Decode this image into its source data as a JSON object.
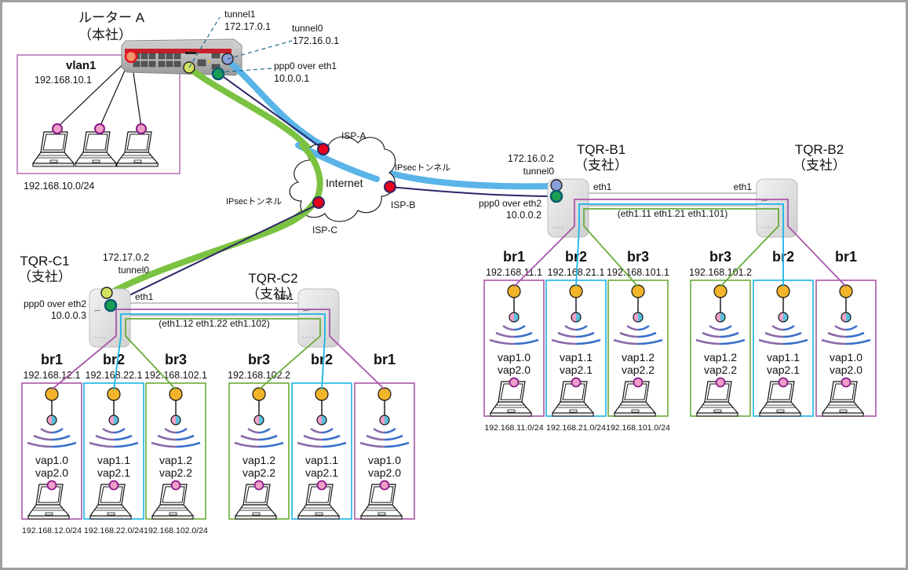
{
  "colors": {
    "frame": "#a0a0a0",
    "br1": "#a956a8",
    "br2": "#1ab4e6",
    "br3": "#6aaa3a",
    "tunnel0_link": "#5ab4e8",
    "tunnel1_link": "#7cc242",
    "ppp_link": "#2a2566",
    "isp_node": "#e8001c",
    "bridge_node": "#f2b42a",
    "vlan_node": "#f0946a",
    "client_node": "#f0a0c8",
    "tunnel0_node": "#8aa0d8",
    "tunnel1_node": "#d4e060",
    "ppp_node": "#1aa050",
    "wifi_left": "#8a6aa8",
    "wifi_right": "#3a70c8"
  },
  "router_a": {
    "name": "ルーター A",
    "site": "（本社）",
    "vlan_label": "vlan1",
    "vlan_ip": "192.168.10.1",
    "subnet": "192.168.10.0/24",
    "tunnel1_label": "tunnel1",
    "tunnel1_ip": "172.17.0.1",
    "tunnel0_label": "tunnel0",
    "tunnel0_ip": "172.16.0.1",
    "ppp_label": "ppp0 over eth1",
    "ppp_ip": "10.0.0.1",
    "clients": 3
  },
  "internet": {
    "label": "Internet",
    "isp_a": "ISP-A",
    "isp_b": "ISP-B",
    "isp_c": "ISP-C",
    "ipsec_b": "IPsecトンネル",
    "ipsec_c": "IPsecトンネル"
  },
  "site_b": {
    "ap1_name": "TQR-B1",
    "ap1_site": "（支社）",
    "ap2_name": "TQR-B2",
    "ap2_site": "（支社）",
    "tunnel_ip": "172.16.0.2",
    "tunnel_label": "tunnel0",
    "ppp_label": "ppp0 over eth2",
    "ppp_ip": "10.0.0.2",
    "eth_left": "eth1",
    "eth_right": "eth1",
    "vlans": "(eth1.11 eth1.21 eth1.101)",
    "left_groups": [
      {
        "bridge": "br1",
        "ip": "192.168.11.1",
        "vap1": "vap1.0",
        "vap2": "vap2.0",
        "subnet": "192.168.11.0/24",
        "color": "br1"
      },
      {
        "bridge": "br2",
        "ip": "192.168.21.1",
        "vap1": "vap1.1",
        "vap2": "vap2.1",
        "subnet": "192.168.21.0/24",
        "color": "br2"
      },
      {
        "bridge": "br3",
        "ip": "192.168.101.1",
        "vap1": "vap1.2",
        "vap2": "vap2.2",
        "subnet": "192.168.101.0/24",
        "color": "br3"
      }
    ],
    "right_groups": [
      {
        "bridge": "br3",
        "ip": "192.168.101.2",
        "vap1": "vap1.2",
        "vap2": "vap2.2",
        "color": "br3"
      },
      {
        "bridge": "br2",
        "ip": "",
        "vap1": "vap1.1",
        "vap2": "vap2.1",
        "color": "br2"
      },
      {
        "bridge": "br1",
        "ip": "",
        "vap1": "vap1.0",
        "vap2": "vap2.0",
        "color": "br1"
      }
    ]
  },
  "site_c": {
    "ap1_name": "TQR-C1",
    "ap1_site": "（支社）",
    "ap2_name": "TQR-C2",
    "ap2_site": "（支社）",
    "tunnel_ip": "172.17.0.2",
    "tunnel_label": "tunnel0",
    "ppp_label": "ppp0 over eth2",
    "ppp_ip": "10.0.0.3",
    "eth_left": "eth1",
    "eth_right": "eth1",
    "vlans": "(eth1.12 eth1.22 eth1.102)",
    "left_groups": [
      {
        "bridge": "br1",
        "ip": "192.168.12.1",
        "vap1": "vap1.0",
        "vap2": "vap2.0",
        "subnet": "192.168.12.0/24",
        "color": "br1"
      },
      {
        "bridge": "br2",
        "ip": "192.168.22.1",
        "vap1": "vap1.1",
        "vap2": "vap2.1",
        "subnet": "192.168.22.0/24",
        "color": "br2"
      },
      {
        "bridge": "br3",
        "ip": "192.168.102.1",
        "vap1": "vap1.2",
        "vap2": "vap2.2",
        "subnet": "192.168.102.0/24",
        "color": "br3"
      }
    ],
    "right_groups": [
      {
        "bridge": "br3",
        "ip": "192.168.102.2",
        "vap1": "vap1.2",
        "vap2": "vap2.2",
        "color": "br3"
      },
      {
        "bridge": "br2",
        "ip": "",
        "vap1": "vap1.1",
        "vap2": "vap2.1",
        "color": "br2"
      },
      {
        "bridge": "br1",
        "ip": "",
        "vap1": "vap1.0",
        "vap2": "vap2.0",
        "color": "br1"
      }
    ]
  }
}
